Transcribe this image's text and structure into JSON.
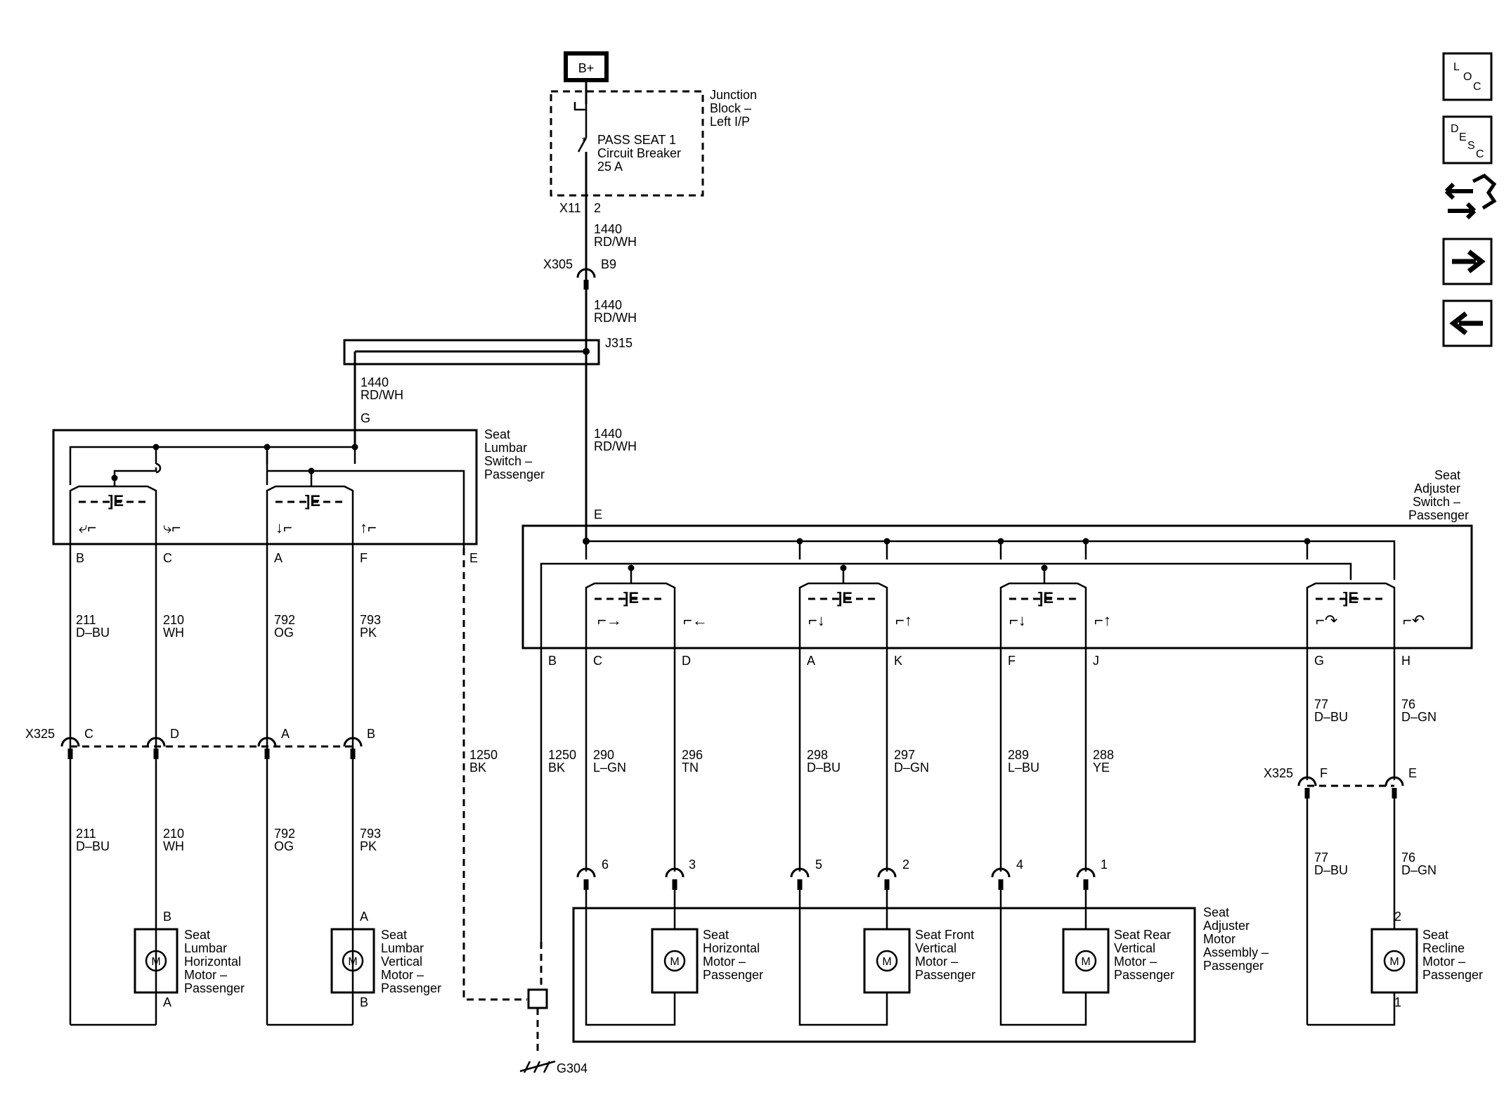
{
  "power": {
    "label": "B+"
  },
  "junction_block": {
    "title_lines": [
      "Junction",
      "Block –",
      "Left I/P"
    ],
    "breaker_lines": [
      "PASS SEAT 1",
      "Circuit Breaker",
      "25 A"
    ],
    "connector": "X11",
    "pin": "2"
  },
  "feed_circuit": {
    "number": "1440",
    "color": "RD/WH"
  },
  "x305": {
    "name": "X305",
    "pin": "B9"
  },
  "j315": {
    "name": "J315"
  },
  "lumbar_switch": {
    "title_lines": [
      "Seat",
      "Lumbar",
      "Switch –",
      "Passenger"
    ],
    "feed_pin": "G",
    "pins": [
      "B",
      "C",
      "A",
      "F",
      "E"
    ]
  },
  "adjuster_switch": {
    "title_lines": [
      "Seat",
      "Adjuster",
      "Switch –",
      "Passenger"
    ],
    "feed_pin": "E",
    "pins": [
      "B",
      "C",
      "D",
      "A",
      "K",
      "F",
      "J",
      "G",
      "H"
    ]
  },
  "x325": {
    "name": "X325",
    "lumbar_pins": [
      "C",
      "D",
      "A",
      "B"
    ],
    "recline_pins": [
      "F",
      "E"
    ]
  },
  "circuits": {
    "lumbar": [
      {
        "number": "211",
        "color": "D–BU"
      },
      {
        "number": "210",
        "color": "WH"
      },
      {
        "number": "792",
        "color": "OG"
      },
      {
        "number": "793",
        "color": "PK"
      }
    ],
    "ground_left": {
      "number": "1250",
      "color": "BK"
    },
    "ground_right": {
      "number": "1250",
      "color": "BK"
    },
    "adjuster": [
      {
        "number": "290",
        "color": "L–GN"
      },
      {
        "number": "296",
        "color": "TN"
      },
      {
        "number": "298",
        "color": "D–BU"
      },
      {
        "number": "297",
        "color": "D–GN"
      },
      {
        "number": "289",
        "color": "L–BU"
      },
      {
        "number": "288",
        "color": "YE"
      }
    ],
    "recline": [
      {
        "number": "77",
        "color": "D–BU"
      },
      {
        "number": "76",
        "color": "D–GN"
      }
    ]
  },
  "motor_pins_adjuster": [
    "6",
    "3",
    "5",
    "2",
    "4",
    "1"
  ],
  "motors": {
    "lumbar_horizontal": {
      "lines": [
        "Seat",
        "Lumbar",
        "Horizontal",
        "Motor –",
        "Passenger"
      ],
      "top_pin": "B",
      "bottom_pin": "A"
    },
    "lumbar_vertical": {
      "lines": [
        "Seat",
        "Lumbar",
        "Vertical",
        "Motor –",
        "Passenger"
      ],
      "top_pin": "A",
      "bottom_pin": "B"
    },
    "seat_horizontal": {
      "lines": [
        "Seat",
        "Horizontal",
        "Motor –",
        "Passenger"
      ]
    },
    "seat_front_vertical": {
      "lines": [
        "Seat Front",
        "Vertical",
        "Motor –",
        "Passenger"
      ]
    },
    "seat_rear_vertical": {
      "lines": [
        "Seat Rear",
        "Vertical",
        "Motor –",
        "Passenger"
      ]
    },
    "recline": {
      "lines": [
        "Seat",
        "Recline",
        "Motor –",
        "Passenger"
      ],
      "top_pin": "2",
      "bottom_pin": "1"
    },
    "symbol": "M"
  },
  "motor_assembly": {
    "lines": [
      "Seat",
      "Adjuster",
      "Motor",
      "Assembly –",
      "Passenger"
    ]
  },
  "ground": {
    "name": "G304"
  },
  "nav": {
    "loc": {
      "letters": [
        "L",
        "O",
        "C"
      ]
    },
    "desc": {
      "letters": [
        "D",
        "E",
        "S",
        "C"
      ]
    },
    "icons": [
      "connector-icon",
      "arrow-right-icon",
      "arrow-left-icon"
    ]
  }
}
